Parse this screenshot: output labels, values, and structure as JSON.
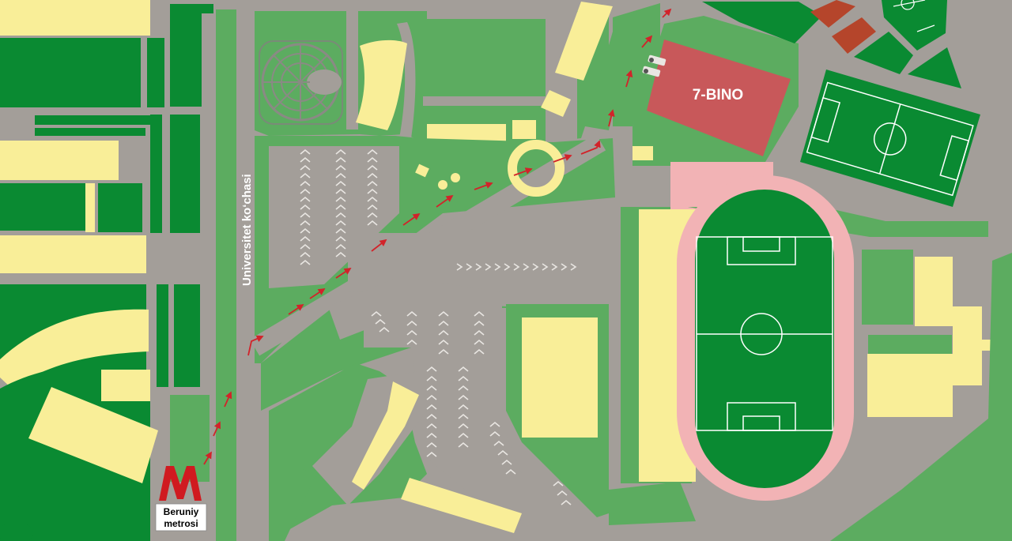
{
  "map": {
    "street_label": "Universitet ko‘chasi",
    "building_label": "7-BINO",
    "metro": {
      "letter": "M",
      "name_line1": "Beruniy",
      "name_line2": "metrosi"
    },
    "colors": {
      "road": "#a39e99",
      "light_green": "#5cac60",
      "dark_green": "#0a8a32",
      "building_yellow": "#f9ee98",
      "target_building": "#c8585a",
      "running_track": "#f2b3b5",
      "metro_red": "#d01a20",
      "route_arrow": "#d2232a"
    },
    "icons": [
      "metro-icon",
      "route-arrow-icon",
      "person-icon"
    ]
  }
}
